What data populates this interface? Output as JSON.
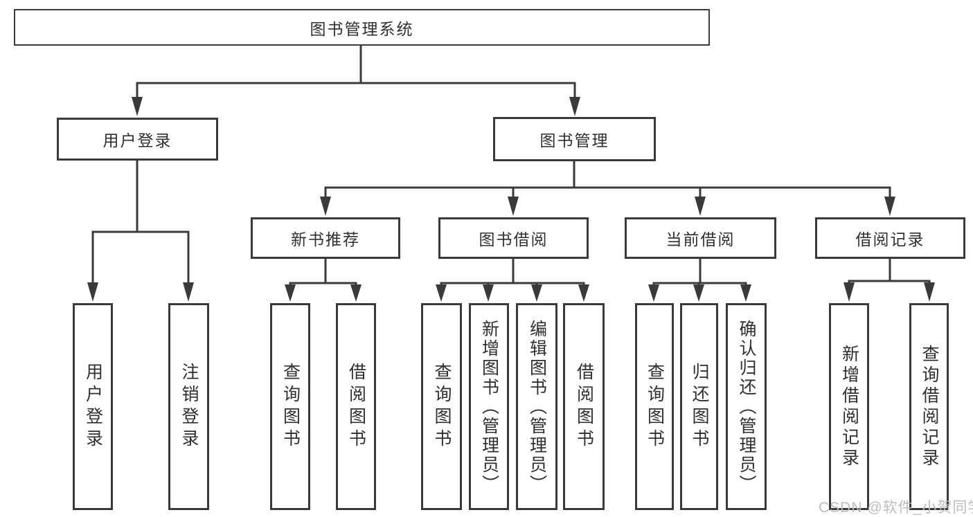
{
  "diagram": {
    "root": {
      "label": "图书管理系统"
    },
    "level2": [
      {
        "label": "用户登录",
        "parent": "图书管理系统"
      },
      {
        "label": "图书管理",
        "parent": "图书管理系统"
      }
    ],
    "level3": [
      {
        "label": "新书推荐",
        "parent": "图书管理"
      },
      {
        "label": "图书借阅",
        "parent": "图书管理"
      },
      {
        "label": "当前借阅",
        "parent": "图书管理"
      },
      {
        "label": "借阅记录",
        "parent": "图书管理"
      }
    ],
    "leaves": [
      {
        "label": "用户登录",
        "parent": "用户登录"
      },
      {
        "label": "注销登录",
        "parent": "用户登录"
      },
      {
        "label": "查询图书",
        "parent": "新书推荐"
      },
      {
        "label": "借阅图书",
        "parent": "新书推荐"
      },
      {
        "label": "查询图书",
        "parent": "图书借阅"
      },
      {
        "label": "新增图书（管理员）",
        "parent": "图书借阅"
      },
      {
        "label": "编辑图书（管理员）",
        "parent": "图书借阅"
      },
      {
        "label": "借阅图书",
        "parent": "图书借阅"
      },
      {
        "label": "查询图书",
        "parent": "当前借阅"
      },
      {
        "label": "归还图书",
        "parent": "当前借阅"
      },
      {
        "label": "确认归还（管理员）",
        "parent": "当前借阅"
      },
      {
        "label": "新增借阅记录",
        "parent": "借阅记录"
      },
      {
        "label": "查询借阅记录",
        "parent": "借阅记录"
      }
    ],
    "watermark": "CSDN @软件_小贺同学",
    "colors": {
      "line": "#3a3a3a",
      "box_border": "#3a3a3a",
      "text": "#2f2f2f",
      "watermark": "#bdbdbd",
      "background": "#ffffff"
    }
  }
}
